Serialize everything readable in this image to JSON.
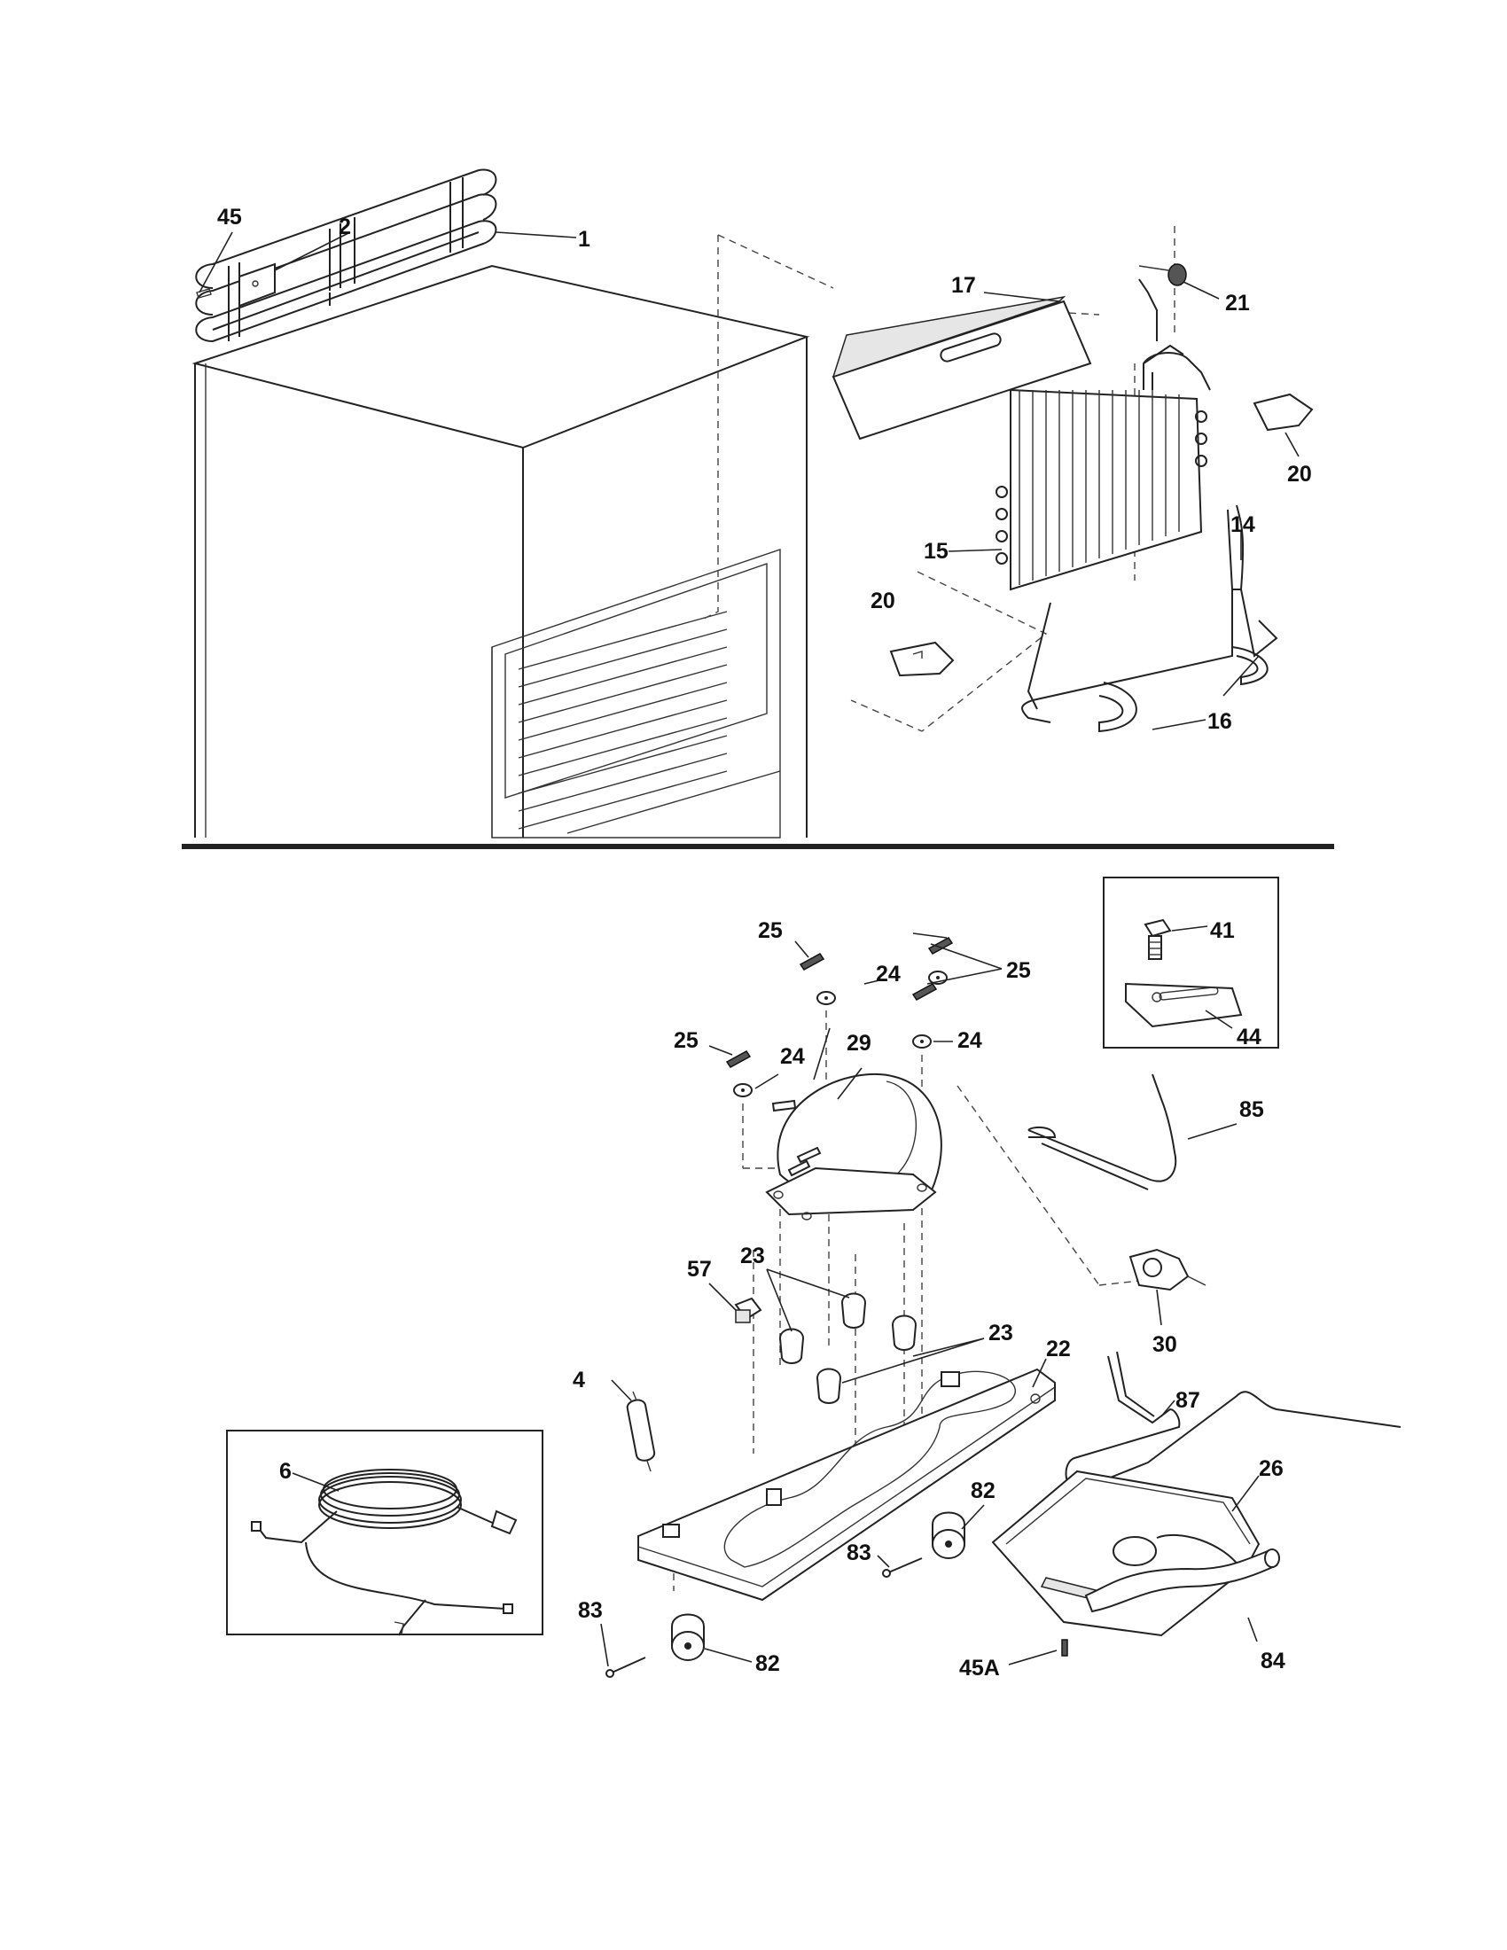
{
  "callouts": {
    "c45": "45",
    "c2": "2",
    "c1": "1",
    "c17": "17",
    "c21": "21",
    "c20a": "20",
    "c14": "14",
    "c15": "15",
    "c20b": "20",
    "c16": "16",
    "c25a": "25",
    "c24a": "24",
    "c25b": "25",
    "c25c": "25",
    "c24b": "24",
    "c29": "29",
    "c24c": "24",
    "c41": "41",
    "c44": "44",
    "c85": "85",
    "c23a": "23",
    "c57": "57",
    "c23b": "23",
    "c30": "30",
    "c4": "4",
    "c22": "22",
    "c87": "87",
    "c6": "6",
    "c26": "26",
    "c82a": "82",
    "c83a": "83",
    "c83b": "83",
    "c82b": "82",
    "c84": "84",
    "c45a": "45A"
  }
}
